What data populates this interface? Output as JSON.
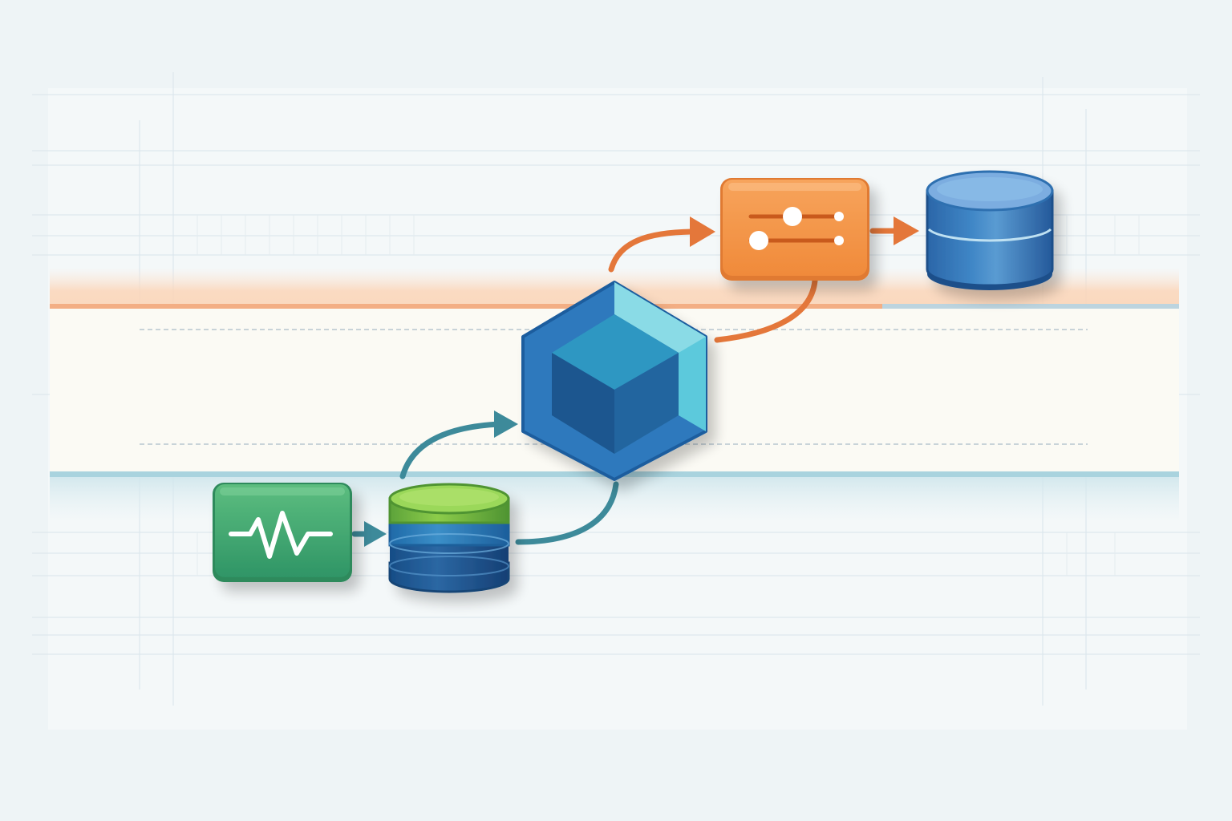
{
  "colors": {
    "background": "#eef4f6",
    "canvas": "#f6f9fa",
    "grid_line": "#d9e5ec",
    "grid_line_fine": "#e6eef2",
    "center_band": "#fbf9f3",
    "orange_band": "#fbd5b8",
    "orange_line": "#f3ae84",
    "teal_band": "#d6e9ee",
    "teal_line": "#a9d3de",
    "lane_divider": "#b9c7d0",
    "connector_teal": "#3d8a9a",
    "connector_orange": "#e4773a",
    "monitor_green": "#3fa46a",
    "monitor_green_light": "#5cbd7f",
    "db_lime": "#8ccc4a",
    "db_blue": "#2b77b8",
    "db_navy": "#1f5f9a",
    "hex_outer": "#2f79bd",
    "hex_cyan": "#5cc9dc",
    "hex_inner": "#1d5d9e",
    "filter_orange": "#f28b3c",
    "filter_orange_light": "#f7a45c",
    "store_blue": "#2e6faf",
    "store_blue_light": "#79a9d8",
    "white": "#ffffff"
  },
  "nodes": [
    {
      "id": "source",
      "kind": "monitor-box",
      "icon": "activity-pulse-icon"
    },
    {
      "id": "ingest",
      "kind": "layered-database",
      "icon": "database-icon"
    },
    {
      "id": "process",
      "kind": "hexagon-cube",
      "icon": "cube-icon"
    },
    {
      "id": "filter",
      "kind": "settings-box",
      "icon": "sliders-icon"
    },
    {
      "id": "store",
      "kind": "database",
      "icon": "database-icon"
    }
  ],
  "edges": [
    {
      "from": "source",
      "to": "ingest",
      "color": "teal",
      "style": "straight-arrow"
    },
    {
      "from": "ingest",
      "to": "process",
      "color": "teal",
      "style": "curved-arrow"
    },
    {
      "from": "ingest",
      "to": "process",
      "color": "teal",
      "style": "curved-line"
    },
    {
      "from": "process",
      "to": "filter",
      "color": "orange",
      "style": "curved-arrow"
    },
    {
      "from": "filter",
      "to": "process",
      "color": "orange",
      "style": "curved-line"
    },
    {
      "from": "filter",
      "to": "store",
      "color": "orange",
      "style": "straight-arrow"
    }
  ]
}
